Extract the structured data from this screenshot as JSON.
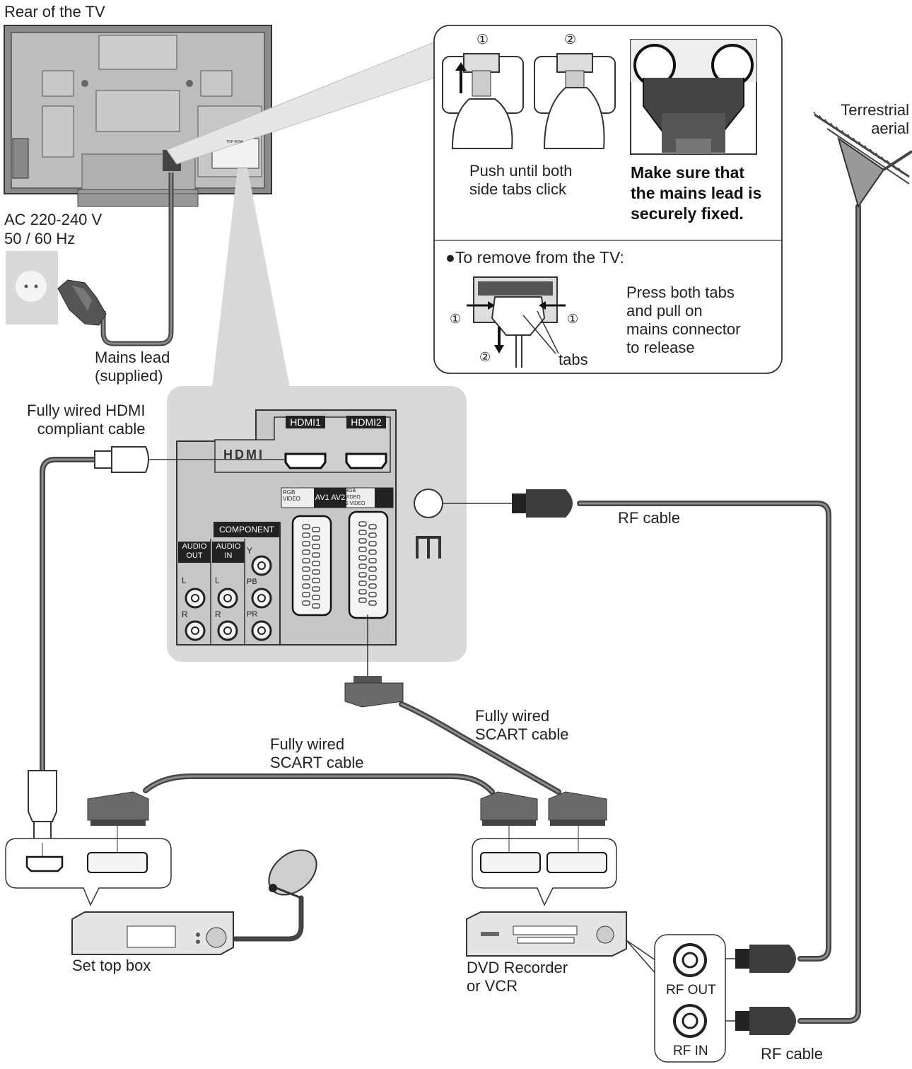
{
  "labels": {
    "rear_tv": "Rear of the TV",
    "ac_voltage": "AC 220-240 V",
    "ac_freq": "50 / 60 Hz",
    "mains_lead": "Mains lead\n(supplied)",
    "hdmi_cable": "Fully wired HDMI\ncompliant cable",
    "terrestrial_aerial": "Terrestrial\naerial",
    "rf_cable_top": "RF cable",
    "rf_cable_bottom": "RF cable",
    "scart_cable_left": "Fully wired\nSCART cable",
    "scart_cable_right": "Fully wired\nSCART cable",
    "set_top_box": "Set top box",
    "dvd_recorder": "DVD Recorder\nor VCR",
    "rf_out": "RF OUT",
    "rf_in": "RF IN"
  },
  "inset": {
    "step1": "①",
    "step2": "②",
    "push_text": "Push until both\nside tabs click",
    "secure_text": "Make sure that\nthe mains lead is\nsecurely fixed.",
    "remove_title": "●To remove from the TV:",
    "remove_text": "Press both tabs\nand pull on\nmains connector\nto release",
    "tabs": "tabs"
  },
  "panel": {
    "hdmi1": "HDMI1",
    "hdmi2": "HDMI2",
    "hdmi_logo": "HDMI",
    "av1_av2": "AV1 AV2",
    "rgb_video": "RGB\nVIDEO",
    "rgb_video_svideo": "RGB\nVIDEO\nS VIDEO",
    "component": "COMPONENT",
    "audio_out": "AUDIO\nOUT",
    "audio_in": "AUDIO\nIN",
    "l": "L",
    "r": "R",
    "y": "Y",
    "pb": "PB",
    "pr": "PR",
    "mini_label": "TOP ROW"
  }
}
